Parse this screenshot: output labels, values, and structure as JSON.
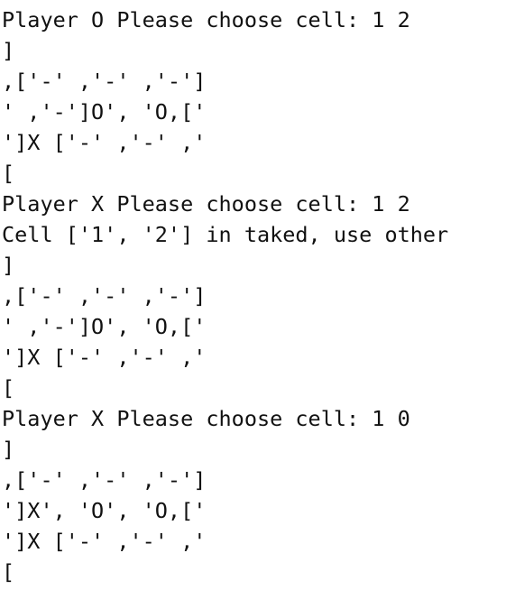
{
  "console": {
    "lines": [
      "Player O Please choose cell: 1 2",
      "]",
      ",['-' ,'-' ,'-']",
      "' ,'-']O', 'O,['",
      "']X ['-' ,'-' ,'",
      "[",
      "Player X Please choose cell: 1 2",
      "Cell ['1', '2'] in taked, use other",
      "]",
      ",['-' ,'-' ,'-']",
      "' ,'-']O', 'O,['",
      "']X ['-' ,'-' ,'",
      "[",
      "Player X Please choose cell: 1 0",
      "]",
      ",['-' ,'-' ,'-']",
      "']X', 'O', 'O,['",
      "']X ['-' ,'-' ,'",
      "["
    ]
  }
}
